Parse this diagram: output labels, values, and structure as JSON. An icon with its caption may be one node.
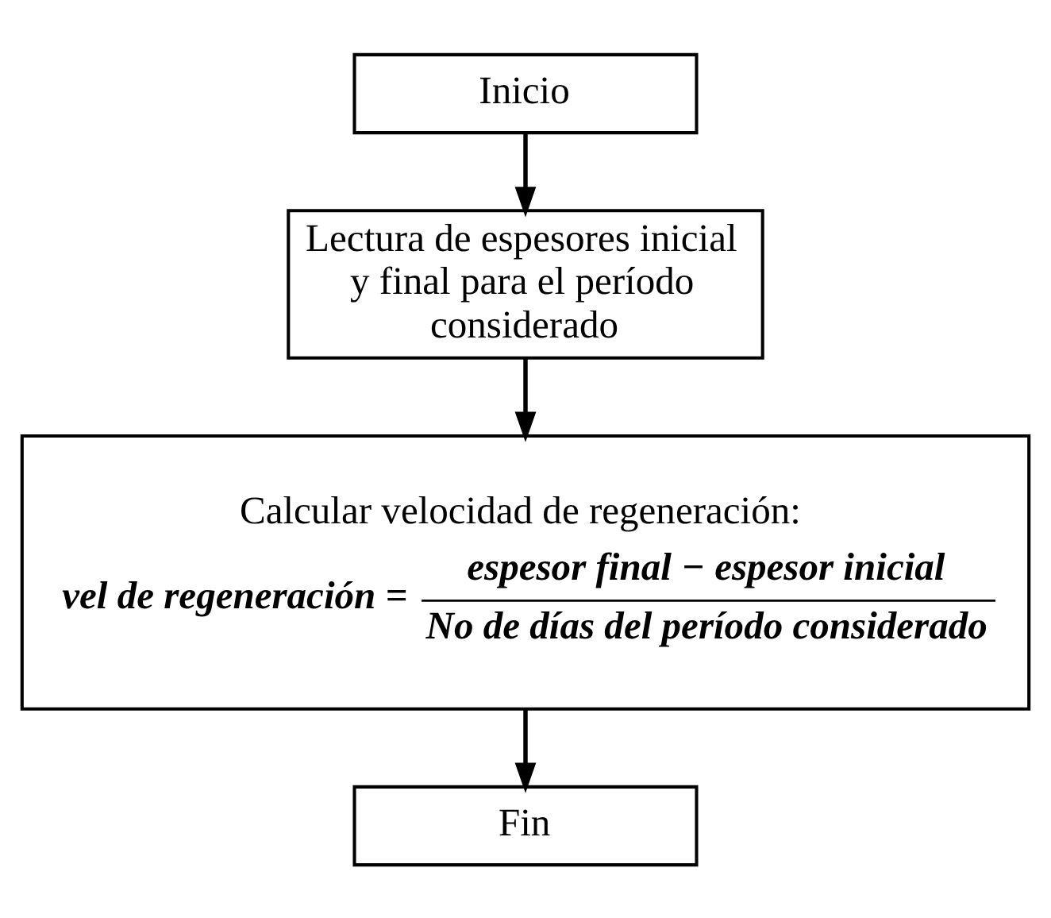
{
  "diagram": {
    "nodes": [
      {
        "text": [
          "Inicio"
        ]
      },
      {
        "text": [
          "Lectura de espesores inicial y final para el período considerado"
        ]
      },
      {
        "text": [
          "Calcular velocidad de regeneración:",
          "vel de regeneración =",
          "espesor final − espesor inicial",
          "No de días del período considerado"
        ]
      },
      {
        "text": [
          "Fin"
        ]
      }
    ],
    "edges": [
      {
        "from": 0,
        "to": 1,
        "arrow": "to"
      },
      {
        "from": 1,
        "to": 2,
        "arrow": "to"
      },
      {
        "from": 2,
        "to": 3,
        "arrow": "to"
      }
    ]
  }
}
